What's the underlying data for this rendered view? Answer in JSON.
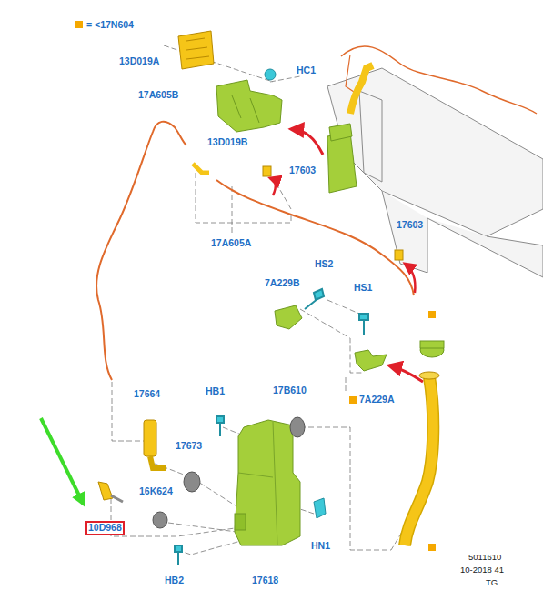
{
  "diagram": {
    "nodes": [
      {
        "text": [
          "10D968"
        ]
      }
    ],
    "edges": [],
    "labels": [
      "13D019A",
      "HC1",
      "17A605B",
      "13D019B",
      "17603",
      "17A605A",
      "17603",
      "7A229B",
      "HS2",
      "HS1",
      "7A229A",
      "17664",
      "HB1",
      "17B610",
      "17673",
      "16K624",
      "HN1",
      "HB2",
      "17618",
      "5011610",
      "10-2018 41",
      "TG"
    ],
    "legend": [
      {
        "text": "= <17N604",
        "color": "#f5a800"
      }
    ]
  }
}
